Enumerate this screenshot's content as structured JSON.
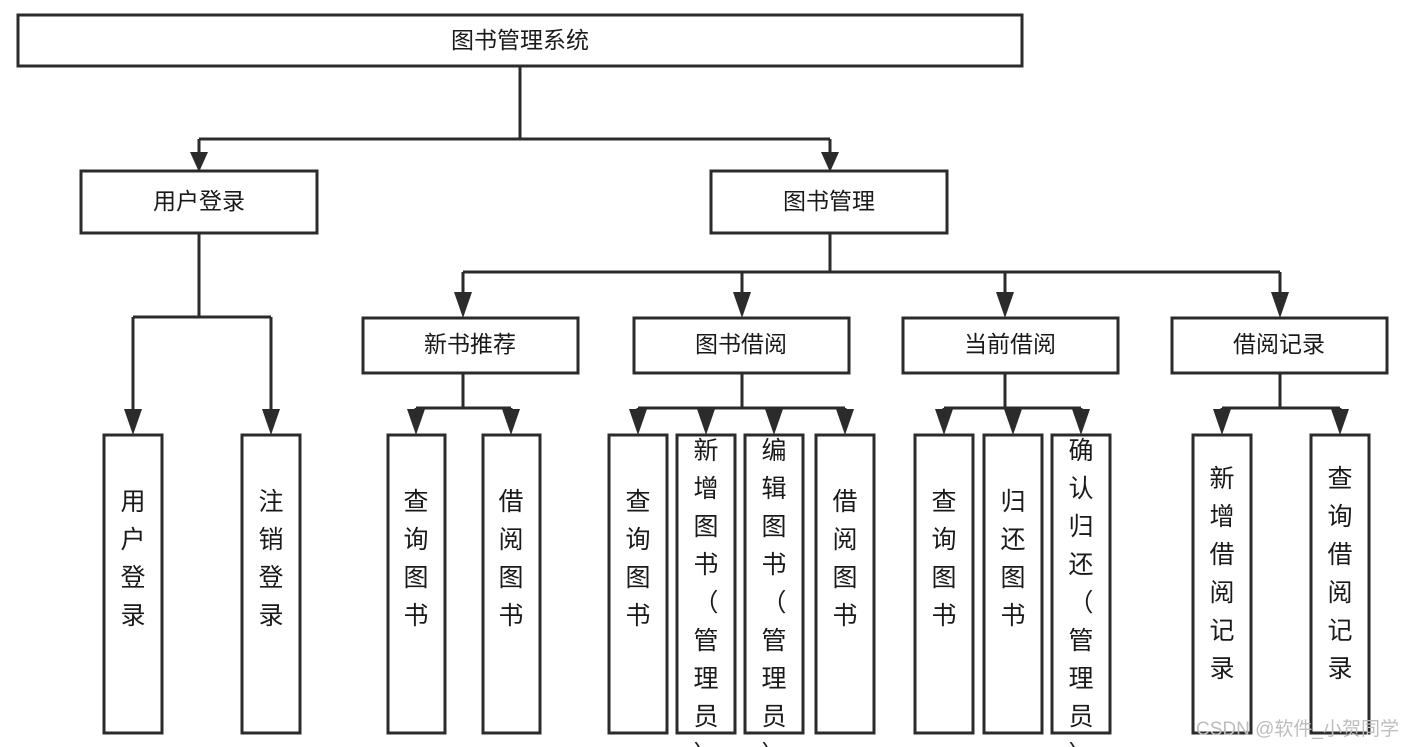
{
  "diagram": {
    "title": "图书管理系统",
    "type": "tree-hierarchy-chart",
    "root": {
      "id": "root",
      "label": "图书管理系统"
    },
    "level2": [
      {
        "id": "user-login",
        "label": "用户登录"
      },
      {
        "id": "book-management",
        "label": "图书管理"
      }
    ],
    "level3": [
      {
        "id": "new-book-recommend",
        "label": "新书推荐",
        "parent": "book-management"
      },
      {
        "id": "book-borrow",
        "label": "图书借阅",
        "parent": "book-management"
      },
      {
        "id": "current-borrow",
        "label": "当前借阅",
        "parent": "book-management"
      },
      {
        "id": "borrow-record",
        "label": "借阅记录",
        "parent": "book-management"
      }
    ],
    "leaves": [
      {
        "id": "leaf-user-login",
        "label": "用户登录",
        "parent": "user-login"
      },
      {
        "id": "leaf-logout-login",
        "label": "注销登录",
        "parent": "user-login"
      },
      {
        "id": "leaf-query-book-1",
        "label": "查询图书",
        "parent": "new-book-recommend"
      },
      {
        "id": "leaf-borrow-book-1",
        "label": "借阅图书",
        "parent": "new-book-recommend"
      },
      {
        "id": "leaf-query-book-2",
        "label": "查询图书",
        "parent": "book-borrow"
      },
      {
        "id": "leaf-add-book-admin",
        "label": "新增图书（管理员）",
        "parent": "book-borrow"
      },
      {
        "id": "leaf-edit-book-admin",
        "label": "编辑图书（管理员）",
        "parent": "book-borrow"
      },
      {
        "id": "leaf-borrow-book-2",
        "label": "借阅图书",
        "parent": "book-borrow"
      },
      {
        "id": "leaf-query-book-3",
        "label": "查询图书",
        "parent": "current-borrow"
      },
      {
        "id": "leaf-return-book",
        "label": "归还图书",
        "parent": "current-borrow"
      },
      {
        "id": "leaf-confirm-return-admin",
        "label": "确认归还（管理员）",
        "parent": "current-borrow"
      },
      {
        "id": "leaf-add-borrow-record",
        "label": "新增借阅记录",
        "parent": "borrow-record"
      },
      {
        "id": "leaf-query-borrow-record",
        "label": "查询借阅记录",
        "parent": "borrow-record"
      }
    ]
  },
  "watermark": {
    "text": "CSDN @软件_小贺同学"
  },
  "colors": {
    "stroke": "#2b2b2b",
    "fill": "#ffffff",
    "text": "#1a1a1a",
    "watermark": "#bdbdbd"
  }
}
